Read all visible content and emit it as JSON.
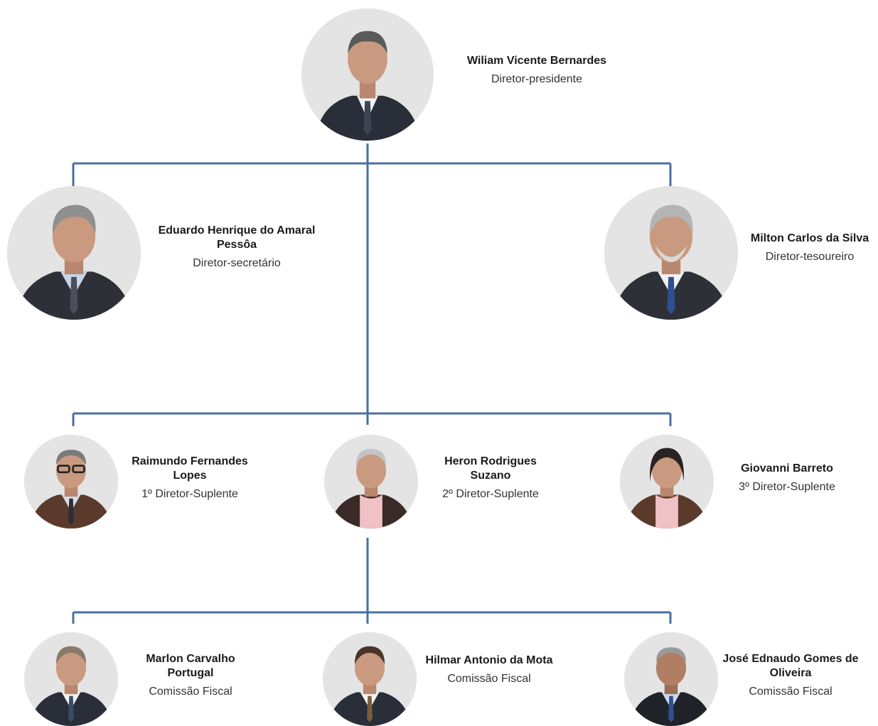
{
  "colors": {
    "connector": "#4a6fa0",
    "suit_dark": "#2a2e38",
    "suit_brown": "#5b3a2c",
    "skin": "#c99a80",
    "hair_gray": "#9a9a9a",
    "hair_dark": "#3a3a3a"
  },
  "people": {
    "president": {
      "name": "Wiliam Vicente Bernardes",
      "role": "Diretor-presidente",
      "icon": "portrait-photo"
    },
    "secretary": {
      "name": "Eduardo Henrique do Amaral Pessôa",
      "role": "Diretor-secretário",
      "icon": "portrait-photo"
    },
    "treasurer": {
      "name": "Milton Carlos da Silva",
      "role": "Diretor-tesoureiro",
      "icon": "portrait-photo"
    },
    "alt1": {
      "name": "Raimundo Fernandes Lopes",
      "role": "1º Diretor-Suplente",
      "icon": "portrait-photo"
    },
    "alt2": {
      "name": "Heron Rodrigues Suzano",
      "role": "2º Diretor-Suplente",
      "icon": "portrait-photo"
    },
    "alt3": {
      "name": "Giovanni Barreto",
      "role": "3º Diretor-Suplente",
      "icon": "portrait-photo"
    },
    "fiscal1": {
      "name": "Marlon Carvalho Portugal",
      "role": "Comissão Fiscal",
      "icon": "portrait-photo"
    },
    "fiscal2": {
      "name": "Hilmar Antonio da Mota",
      "role": "Comissão Fiscal",
      "icon": "portrait-photo"
    },
    "fiscal3": {
      "name": "José Ednaudo Gomes de Oliveira",
      "role": "Comissão Fiscal",
      "icon": "portrait-photo"
    }
  }
}
